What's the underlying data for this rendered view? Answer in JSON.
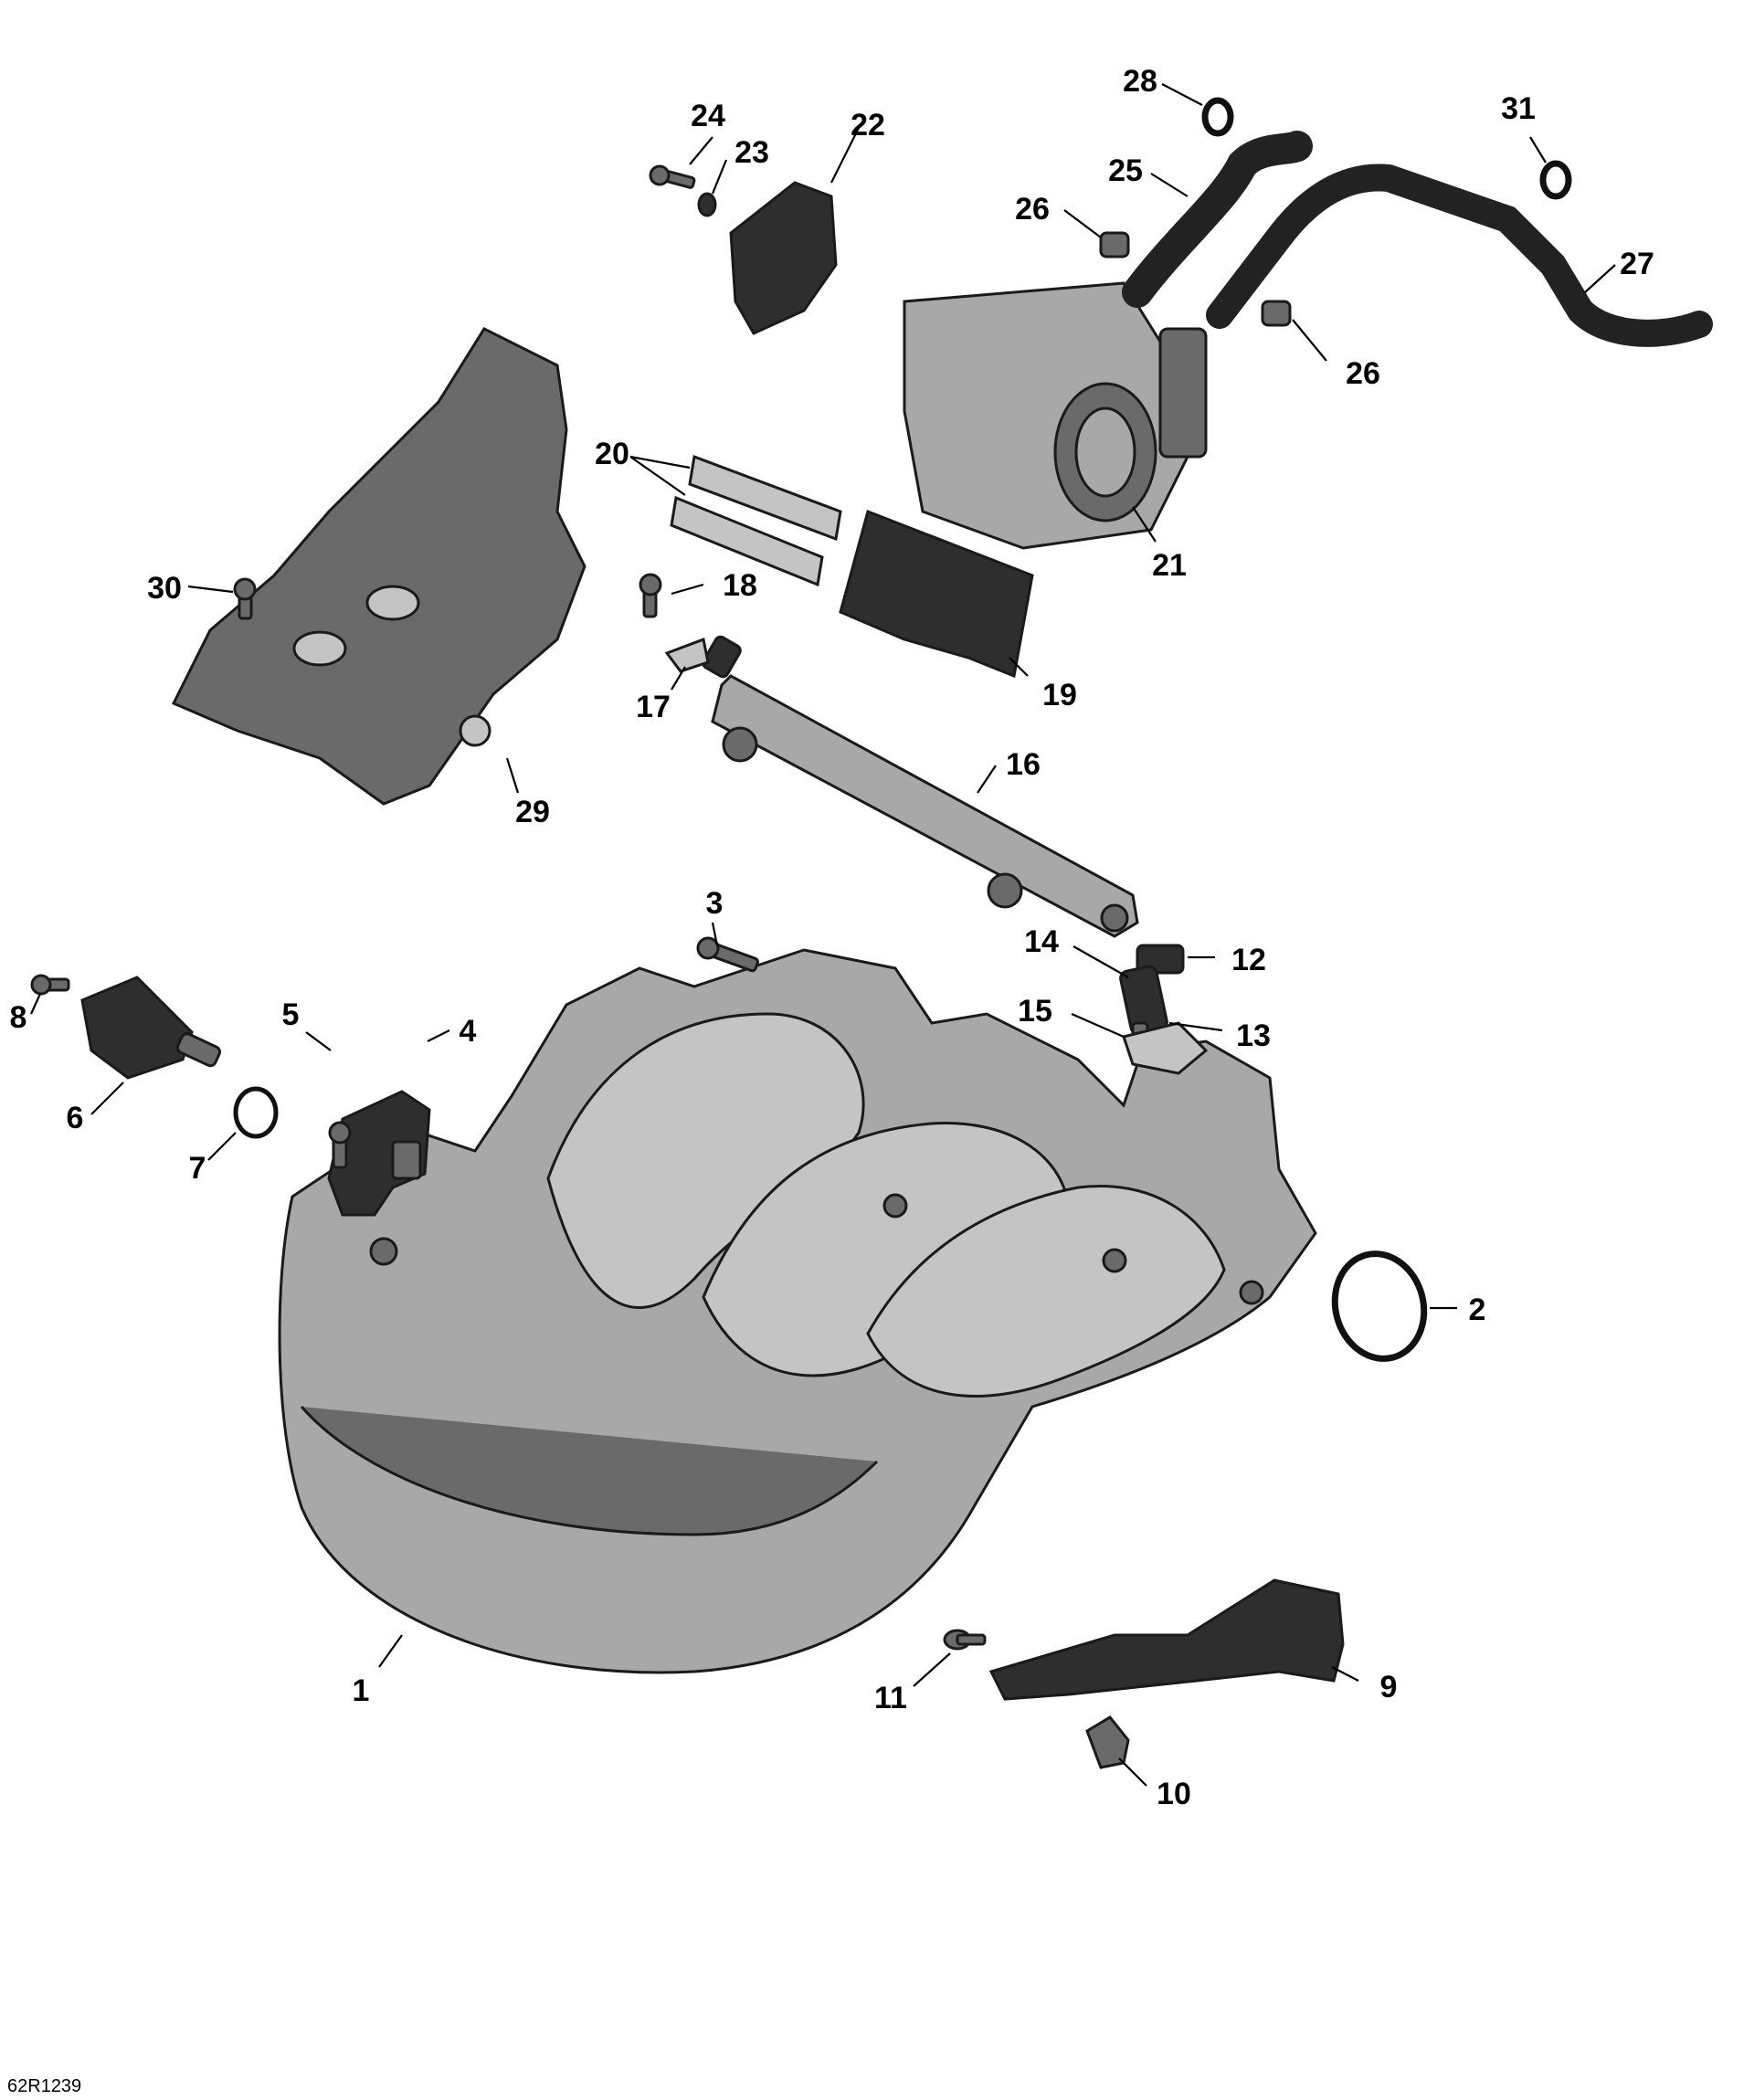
{
  "drawing_code": "62R1239",
  "parts": [
    {
      "label": "1"
    },
    {
      "label": "2"
    },
    {
      "label": "3"
    },
    {
      "label": "4"
    },
    {
      "label": "5"
    },
    {
      "label": "6"
    },
    {
      "label": "7"
    },
    {
      "label": "8"
    },
    {
      "label": "9"
    },
    {
      "label": "10"
    },
    {
      "label": "11"
    },
    {
      "label": "12"
    },
    {
      "label": "13"
    },
    {
      "label": "14"
    },
    {
      "label": "15"
    },
    {
      "label": "16"
    },
    {
      "label": "17"
    },
    {
      "label": "18"
    },
    {
      "label": "19"
    },
    {
      "label": "20"
    },
    {
      "label": "21"
    },
    {
      "label": "22"
    },
    {
      "label": "23"
    },
    {
      "label": "24"
    },
    {
      "label": "25"
    },
    {
      "label": "26"
    },
    {
      "label": "26"
    },
    {
      "label": "27"
    },
    {
      "label": "28"
    },
    {
      "label": "29"
    },
    {
      "label": "30"
    },
    {
      "label": "31"
    }
  ],
  "colors": {
    "ink": "#000000",
    "dark_part": "#2e2e2e",
    "mid_part": "#6a6a6a",
    "light_part": "#a8a8a8"
  }
}
